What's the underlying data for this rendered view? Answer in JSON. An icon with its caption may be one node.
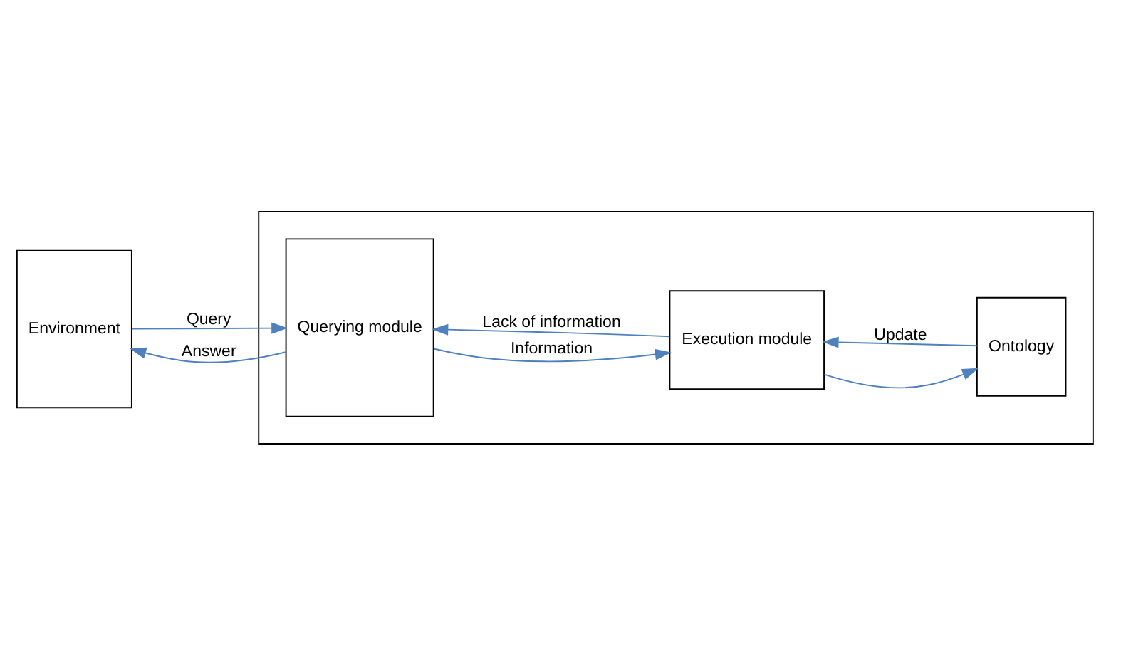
{
  "diagram": {
    "nodes": [
      {
        "text": [
          "Environment"
        ]
      },
      {
        "text": [],
        "shape": "box"
      },
      {
        "text": [
          "Querying module"
        ],
        "in": 1
      },
      {
        "text": [
          "Execution module"
        ],
        "in": 1
      },
      {
        "text": [
          "Ontology"
        ],
        "in": 1
      }
    ],
    "edges": [
      {
        "from": 0,
        "to": 2,
        "arrow": "to",
        "label": "Query"
      },
      {
        "from": 2,
        "to": 0,
        "arrow": "to",
        "label": "Answer"
      },
      {
        "from": 3,
        "to": 2,
        "arrow": "to",
        "label": "Lack of information"
      },
      {
        "from": 2,
        "to": 3,
        "arrow": "to",
        "label": "Information"
      },
      {
        "from": 3,
        "to": 4,
        "arrow": "to"
      },
      {
        "from": 4,
        "to": 3,
        "arrow": "to",
        "label": "Update"
      }
    ]
  }
}
